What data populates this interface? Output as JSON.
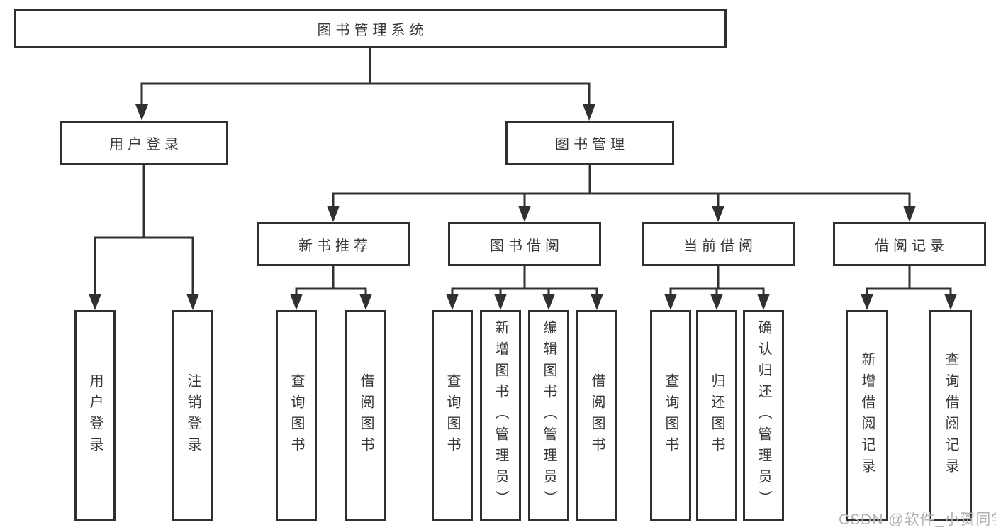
{
  "tree": {
    "root": {
      "label": "图书管理系统",
      "children": [
        {
          "label": "用户登录",
          "children": [
            {
              "label": "用户登录"
            },
            {
              "label": "注销登录"
            }
          ]
        },
        {
          "label": "图书管理",
          "children": [
            {
              "label": "新书推荐",
              "children": [
                {
                  "label": "查询图书"
                },
                {
                  "label": "借阅图书"
                }
              ]
            },
            {
              "label": "图书借阅",
              "children": [
                {
                  "label": "查询图书"
                },
                {
                  "label": "新增图书（管理员）"
                },
                {
                  "label": "编辑图书（管理员）"
                },
                {
                  "label": "借阅图书"
                }
              ]
            },
            {
              "label": "当前借阅",
              "children": [
                {
                  "label": "查询图书"
                },
                {
                  "label": "归还图书"
                },
                {
                  "label": "确认归还（管理员）"
                }
              ]
            },
            {
              "label": "借阅记录",
              "children": [
                {
                  "label": "新增借阅记录"
                },
                {
                  "label": "查询借阅记录"
                }
              ]
            }
          ]
        }
      ]
    }
  },
  "watermark": {
    "text": "CSDN @软件_小贺同学",
    "color": "#b3b3b3"
  },
  "colors": {
    "line": "#303030",
    "box_border": "#303030",
    "box_background": "#ffffff",
    "text": "#383838",
    "page_background": "#ffffff"
  }
}
